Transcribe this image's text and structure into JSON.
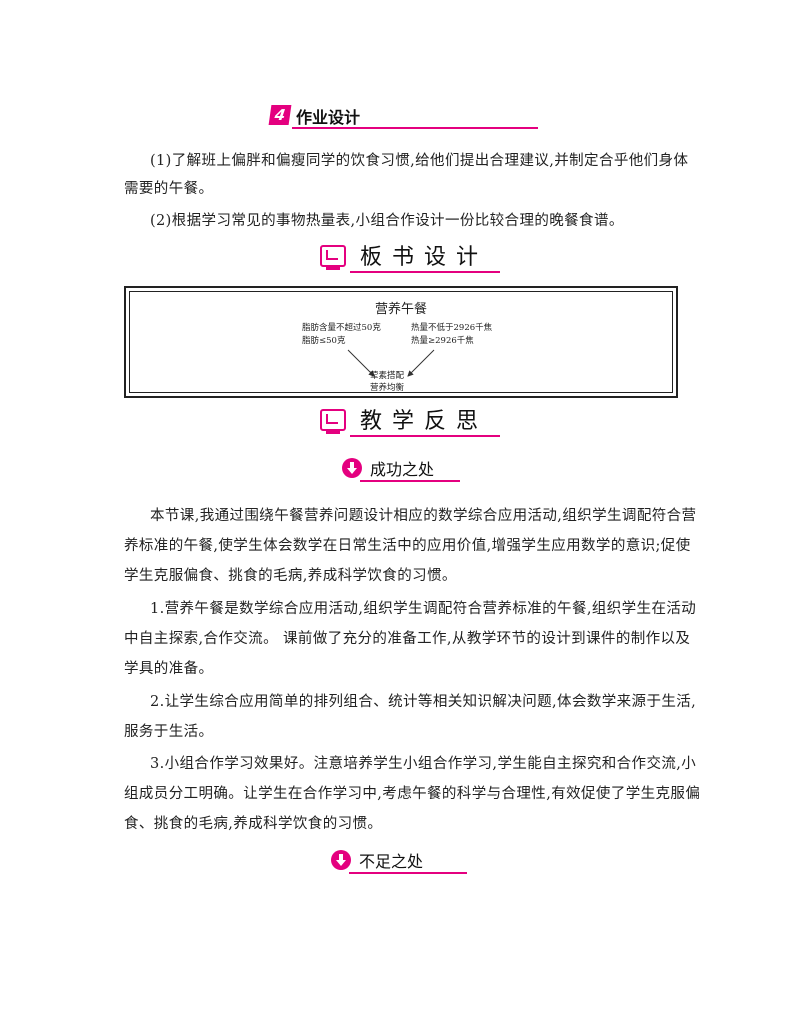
{
  "homework": {
    "badge": "4",
    "title": "作业设计",
    "items": [
      "(1)了解班上偏胖和偏瘦同学的饮食习惯,给他们提出合理建议,并制定合乎他们身体",
      "需要的午餐。",
      "(2)根据学习常见的事物热量表,小组合作设计一份比较合理的晚餐食谱。"
    ]
  },
  "board_design": {
    "title": "板书设计",
    "box_title": "营养午餐",
    "left_note_1": "脂肪含量不超过50克",
    "left_note_2": "脂肪≤50克",
    "right_note_1": "热量不低于2926千焦",
    "right_note_2": "热量≥2926千焦",
    "bottom_note_1": "荤素搭配",
    "bottom_note_2": "营养均衡"
  },
  "reflection": {
    "title": "教学反思",
    "success_title": "成功之处",
    "intro": [
      "本节课,我通过围绕午餐营养问题设计相应的数学综合应用活动,组织学生调配符合营",
      "养标准的午餐,使学生体会数学在日常生活中的应用价值,增强学生应用数学的意识;促使",
      "学生克服偏食、挑食的毛病,养成科学饮食的习惯。"
    ],
    "point1": [
      "1.营养午餐是数学综合应用活动,组织学生调配符合营养标准的午餐,组织学生在活动",
      "中自主探索,合作交流。 课前做了充分的准备工作,从教学环节的设计到课件的制作以及",
      "学具的准备。"
    ],
    "point2": [
      "2.让学生综合应用简单的排列组合、统计等相关知识解决问题,体会数学来源于生活,",
      "服务于生活。"
    ],
    "point3": [
      "3.小组合作学习效果好。注意培养学生小组合作学习,学生能自主探究和合作交流,小",
      "组成员分工明确。让学生在合作学习中,考虑午餐的科学与合理性,有效促使了学生克服偏",
      "食、挑食的毛病,养成科学饮食的习惯。"
    ],
    "deficiency_title": "不足之处"
  }
}
